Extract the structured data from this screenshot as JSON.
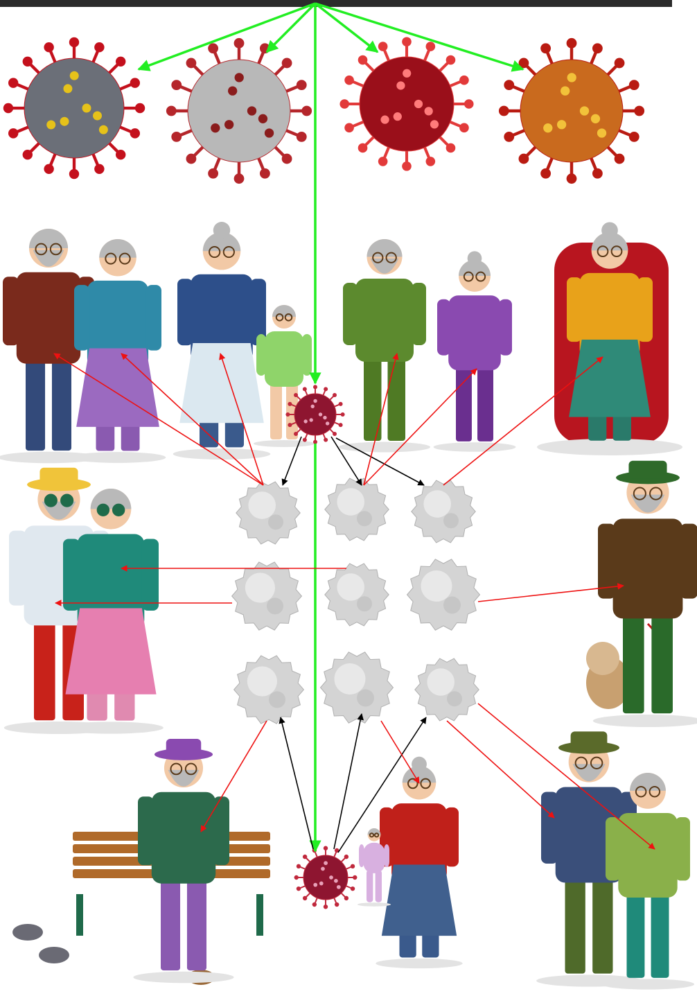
{
  "colors": {
    "top_bar": "#2b2b2b",
    "virus_spread_arrow": "#22ee22",
    "immune_link_arrow": "#ee1111",
    "virus_to_cell_arrow": "#000000",
    "virus_body": "#8e1530",
    "virus_spike": "#c0283c",
    "immune_cell": "#d4d4d4",
    "skin": "#f2c9a6",
    "hair_grey": "#b9b9b9"
  },
  "top_viruses": [
    {
      "name": "virus-rendering-3d-dark",
      "icon": "coronavirus-icon"
    },
    {
      "name": "virus-rendering-grey",
      "icon": "coronavirus-icon"
    },
    {
      "name": "virus-rendering-red-glow",
      "icon": "coronavirus-icon"
    },
    {
      "name": "virus-rendering-orange",
      "icon": "coronavirus-icon"
    }
  ],
  "elderly_figures": [
    {
      "name": "elderly-couple-with-cane",
      "icon": "elderly-couple-illustration"
    },
    {
      "name": "grandmother-with-cake-and-girl",
      "icon": "grandmother-child-illustration"
    },
    {
      "name": "elderly-joggers",
      "icon": "elderly-joggers-illustration"
    },
    {
      "name": "grandmother-knitting-in-armchair",
      "icon": "grandmother-armchair-illustration"
    },
    {
      "name": "elderly-couple-summer",
      "icon": "elderly-couple-summer-illustration"
    },
    {
      "name": "elderly-man-walking-dog",
      "icon": "elderly-man-dog-illustration"
    },
    {
      "name": "elderly-man-on-bench",
      "icon": "elderly-man-bench-illustration"
    },
    {
      "name": "grandmother-with-baby",
      "icon": "grandmother-baby-illustration"
    },
    {
      "name": "elderly-tourist-couple",
      "icon": "elderly-tourists-illustration"
    }
  ],
  "immune_cells": {
    "rows": 3,
    "columns": 3,
    "icon": "immune-cell-icon"
  },
  "central_viruses": [
    {
      "name": "central-virus-upper",
      "icon": "coronavirus-icon"
    },
    {
      "name": "central-virus-lower",
      "icon": "coronavirus-icon"
    }
  ]
}
